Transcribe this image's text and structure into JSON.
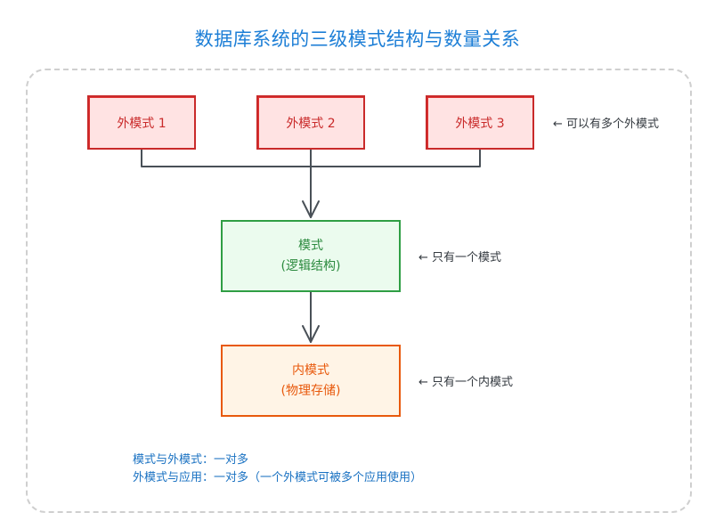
{
  "title": "数据库系统的三级模式结构与数量关系",
  "external_schemas": [
    {
      "label": "外模式 1"
    },
    {
      "label": "外模式 2"
    },
    {
      "label": "外模式 3"
    }
  ],
  "conceptual_schema": {
    "label": "模式",
    "sublabel": "(逻辑结构)"
  },
  "internal_schema": {
    "label": "内模式",
    "sublabel": "(物理存储)"
  },
  "notes": {
    "external": "←  可以有多个外模式",
    "conceptual": "←  只有一个模式",
    "internal": "←  只有一个内模式"
  },
  "relations": [
    "模式与外模式：一对多",
    "外模式与应用：一对多（一个外模式可被多个应用使用）"
  ],
  "colors": {
    "title": "#1c7ed6",
    "external_stroke": "#c92a2a",
    "external_fill": "#ffe3e3",
    "conceptual_stroke": "#2f9e44",
    "conceptual_fill": "#ebfbee",
    "internal_stroke": "#e8590c",
    "internal_fill": "#fff4e6",
    "connector": "#495057"
  }
}
